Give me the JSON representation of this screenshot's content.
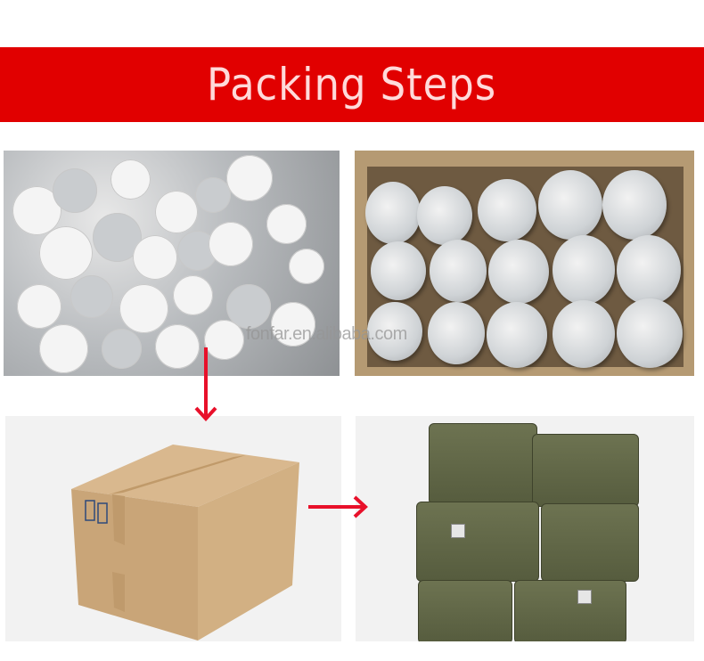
{
  "banner": {
    "title": "Packing Steps",
    "background": "#e10000",
    "text_color": "#ffdada"
  },
  "photos": [
    {
      "id": "loose-discs-in-bag",
      "description": "Loose white/silver seal liner discs in plastic bag"
    },
    {
      "id": "rolls-in-carton",
      "description": "Rolls of seal liners wrapped in plastic inside carton"
    },
    {
      "id": "sealed-carton",
      "description": "Sealed cardboard carton"
    },
    {
      "id": "woven-bags-stacked",
      "description": "Cartons wrapped in green woven bags, stacked"
    }
  ],
  "watermark": "fonfar.en.alibaba.com",
  "arrows": {
    "color": "#e8102a",
    "down": "arrow-down",
    "right": "arrow-right"
  }
}
